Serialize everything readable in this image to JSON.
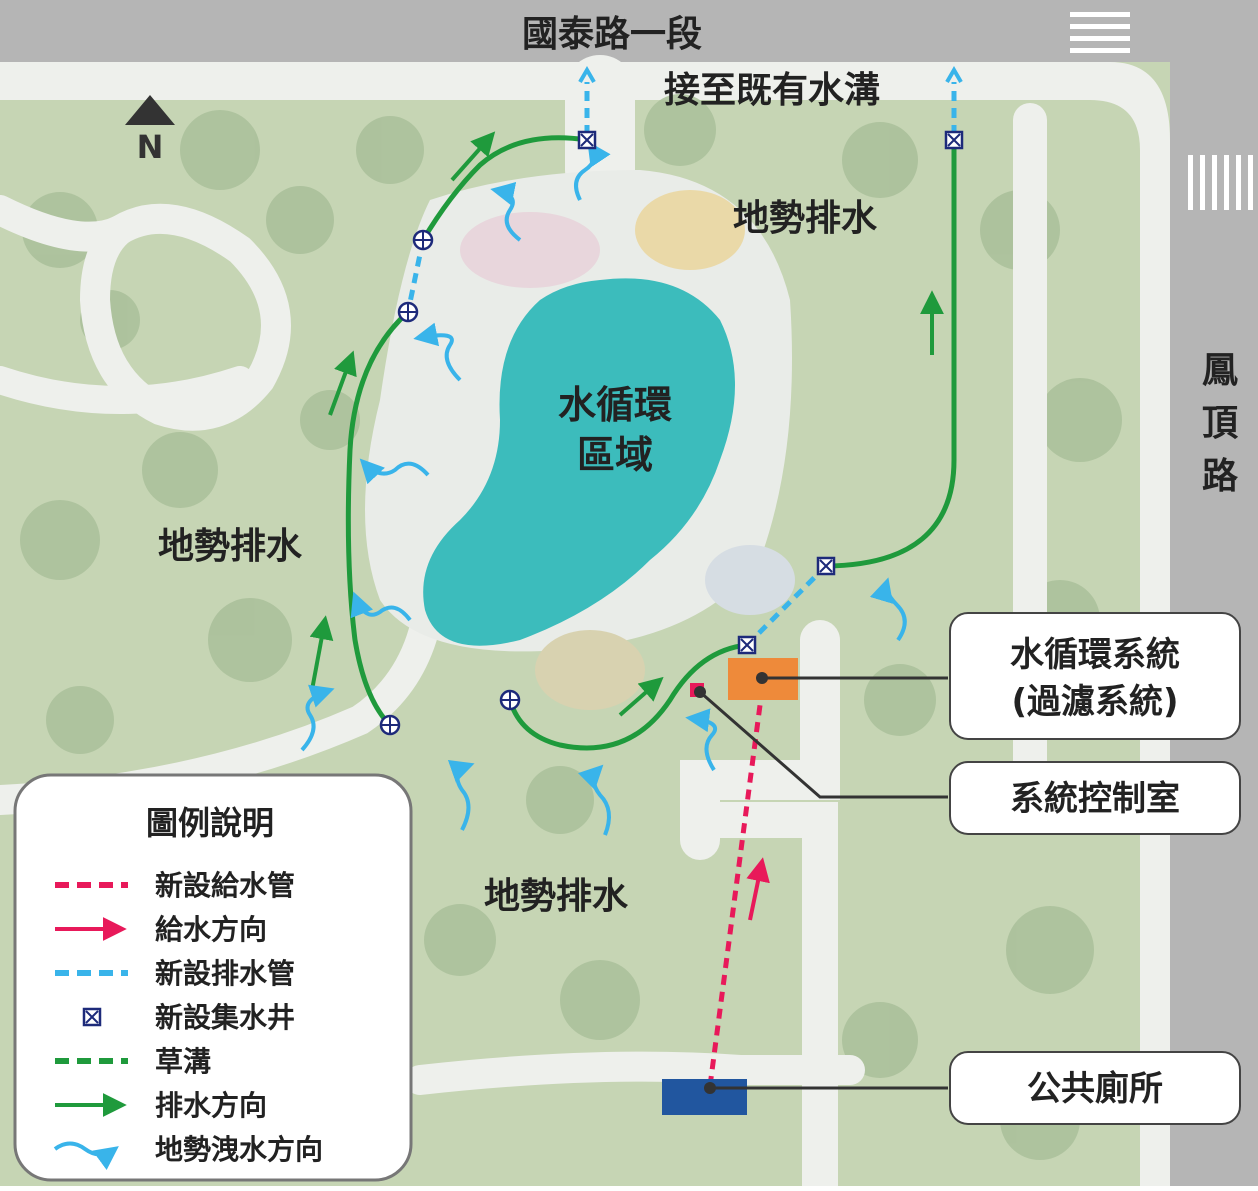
{
  "roads": {
    "north": "國泰路一段",
    "east": "鳳頂路"
  },
  "north_arrow": "N",
  "labels": {
    "outlet": "接至既有水溝",
    "terrain_drain_ne": "地勢排水",
    "terrain_drain_w": "地勢排水",
    "terrain_drain_s": "地勢排水",
    "pond_line1": "水循環",
    "pond_line2": "區域"
  },
  "callouts": {
    "water_system_line1": "水循環系統",
    "water_system_line2": "(過濾系統)",
    "control_room": "系統控制室",
    "toilet": "公共廁所"
  },
  "legend": {
    "title": "圖例說明",
    "items": [
      {
        "label": "新設給水管",
        "symbol": "dashed-red"
      },
      {
        "label": "給水方向",
        "symbol": "arrow-red"
      },
      {
        "label": "新設排水管",
        "symbol": "dashed-blue"
      },
      {
        "label": "新設集水井",
        "symbol": "box-x"
      },
      {
        "label": "草溝",
        "symbol": "dashed-green"
      },
      {
        "label": "排水方向",
        "symbol": "arrow-green"
      },
      {
        "label": "地勢洩水方向",
        "symbol": "wave-blue"
      }
    ]
  },
  "colors": {
    "supply_pipe": "#e8195a",
    "drain_pipe": "#39b4ea",
    "swale": "#1f9a3c",
    "well": "#1d2a7a",
    "filter_room": "#ee8a3a",
    "toilet": "#21569f",
    "pond": "#3cbcbc",
    "grass": "#c8d6b6",
    "road": "#b9b9b9"
  }
}
